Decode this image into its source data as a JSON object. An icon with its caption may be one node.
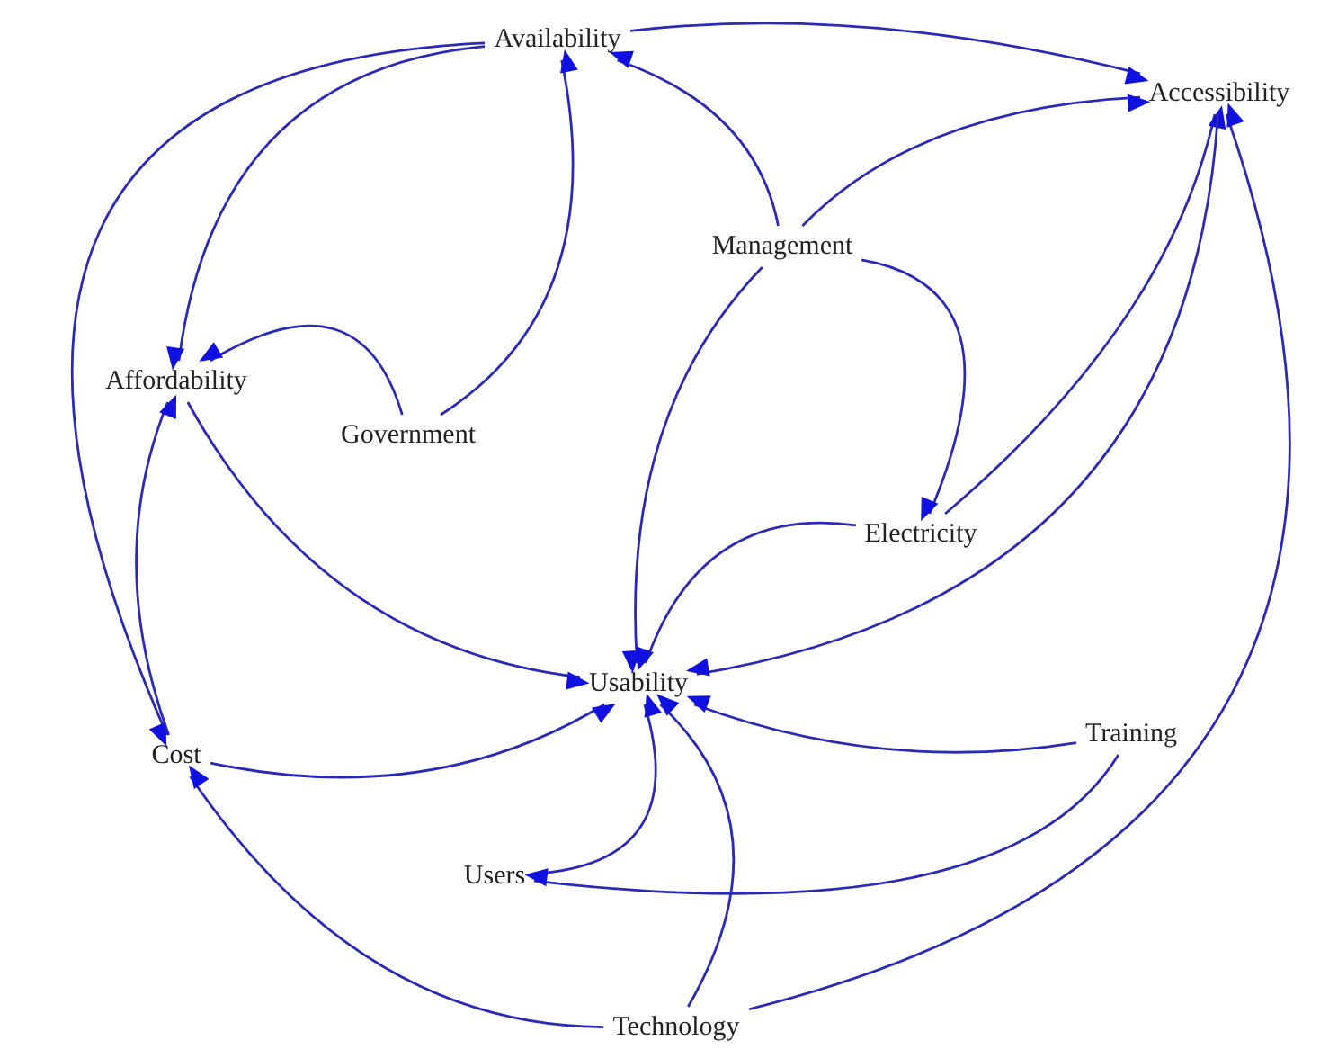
{
  "diagram": {
    "nodes": [
      {
        "text": [
          "Availability"
        ]
      },
      {
        "text": [
          "Accessibility"
        ]
      },
      {
        "text": [
          "Management"
        ]
      },
      {
        "text": [
          "Affordability"
        ]
      },
      {
        "text": [
          "Government"
        ]
      },
      {
        "text": [
          "Electricity"
        ]
      },
      {
        "text": [
          "Usability"
        ]
      },
      {
        "text": [
          "Cost"
        ]
      },
      {
        "text": [
          "Training"
        ]
      },
      {
        "text": [
          "Users"
        ]
      },
      {
        "text": [
          "Technology"
        ]
      }
    ],
    "edges": [
      {
        "from": 0,
        "to": 1,
        "arrow": "to"
      },
      {
        "from": 0,
        "to": 3,
        "arrow": "to"
      },
      {
        "from": 0,
        "to": 7,
        "arrow": "to"
      },
      {
        "from": 7,
        "to": 3,
        "arrow": "to"
      },
      {
        "from": 4,
        "to": 3,
        "arrow": "to"
      },
      {
        "from": 4,
        "to": 0,
        "arrow": "to"
      },
      {
        "from": 2,
        "to": 0,
        "arrow": "to"
      },
      {
        "from": 2,
        "to": 1,
        "arrow": "to"
      },
      {
        "from": 2,
        "to": 5,
        "arrow": "to"
      },
      {
        "from": 5,
        "to": 1,
        "arrow": "to"
      },
      {
        "from": 1,
        "to": 6,
        "arrow": "to"
      },
      {
        "from": 10,
        "to": 1,
        "arrow": "to"
      },
      {
        "from": 10,
        "to": 7,
        "arrow": "to"
      },
      {
        "from": 2,
        "to": 6,
        "arrow": "to"
      },
      {
        "from": 5,
        "to": 6,
        "arrow": "to"
      },
      {
        "from": 3,
        "to": 6,
        "arrow": "to"
      },
      {
        "from": 7,
        "to": 6,
        "arrow": "to"
      },
      {
        "from": 9,
        "to": 6,
        "arrow": "to"
      },
      {
        "from": 10,
        "to": 6,
        "arrow": "to"
      },
      {
        "from": 8,
        "to": 6,
        "arrow": "to"
      },
      {
        "from": 8,
        "to": 9,
        "arrow": "to"
      }
    ]
  }
}
